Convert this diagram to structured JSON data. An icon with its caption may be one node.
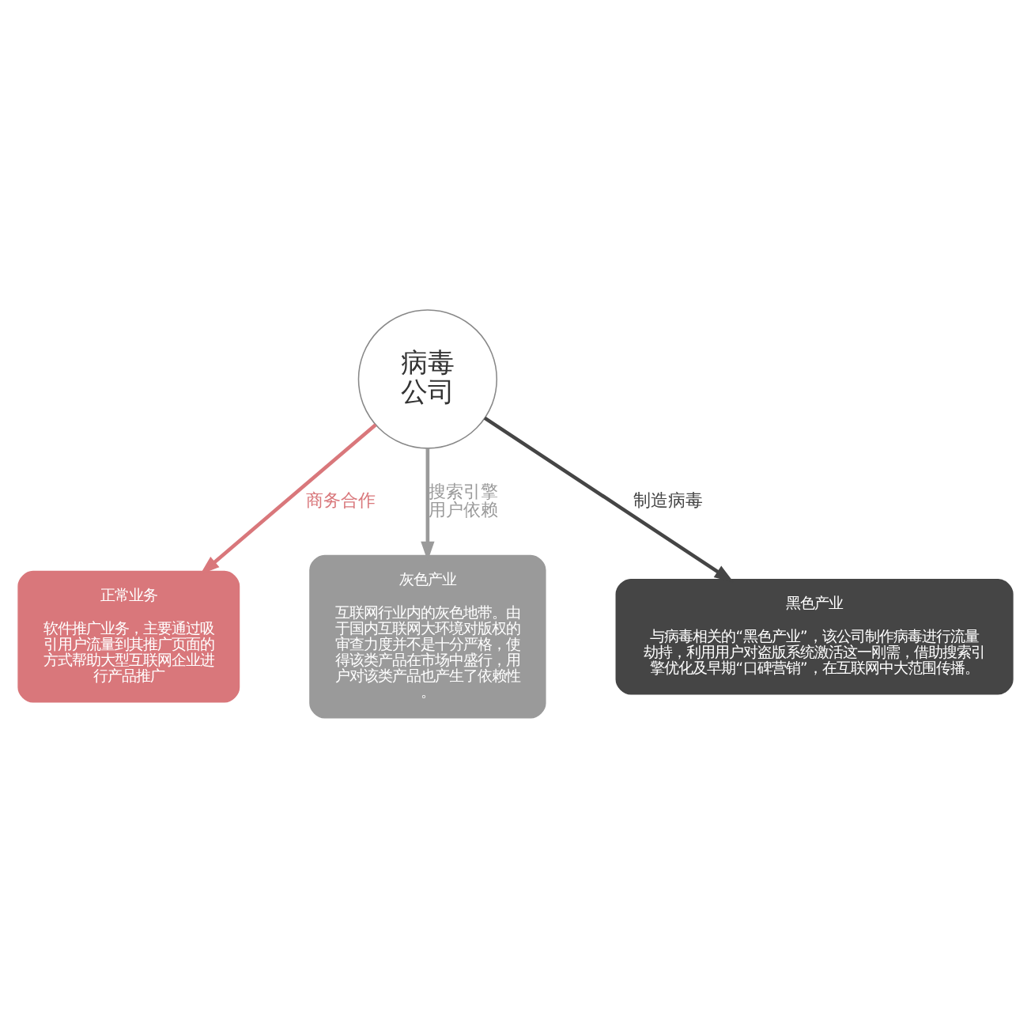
{
  "diagram": {
    "nodes": [
      {
        "text": [
          "病毒公司"
        ]
      },
      {
        "text": [
          "正常业务",
          "软件推广业务，主要通过吸引用户流量到其推广页面的方式帮助大型互联网企业进行产品推广"
        ]
      },
      {
        "text": [
          "灰色产业",
          "互联网行业内的灰色地带。由于国内互联网大环境对版权的审查力度并不是十分严格，使得该类产品在市场中盛行，用户对该类产品也产生了依赖性。"
        ]
      },
      {
        "text": [
          "黑色产业",
          "与病毒相关的“黑色产业”，该公司制作病毒进行流量劫持，利用用户对盗版系统激活这一刚需，借助搜索引擎优化及早期“口碑营销”，在互联网中大范围传播。"
        ]
      }
    ],
    "edges": [
      {
        "from": 0,
        "to": 1,
        "arrow": "to",
        "label": "商务合作",
        "color": "#d9777b"
      },
      {
        "from": 0,
        "to": 2,
        "arrow": "to",
        "label": "搜索引擎用户依赖",
        "color": "#9a9a9a"
      },
      {
        "from": 0,
        "to": 3,
        "arrow": "to",
        "label": "制造病毒",
        "color": "#454545"
      }
    ]
  }
}
